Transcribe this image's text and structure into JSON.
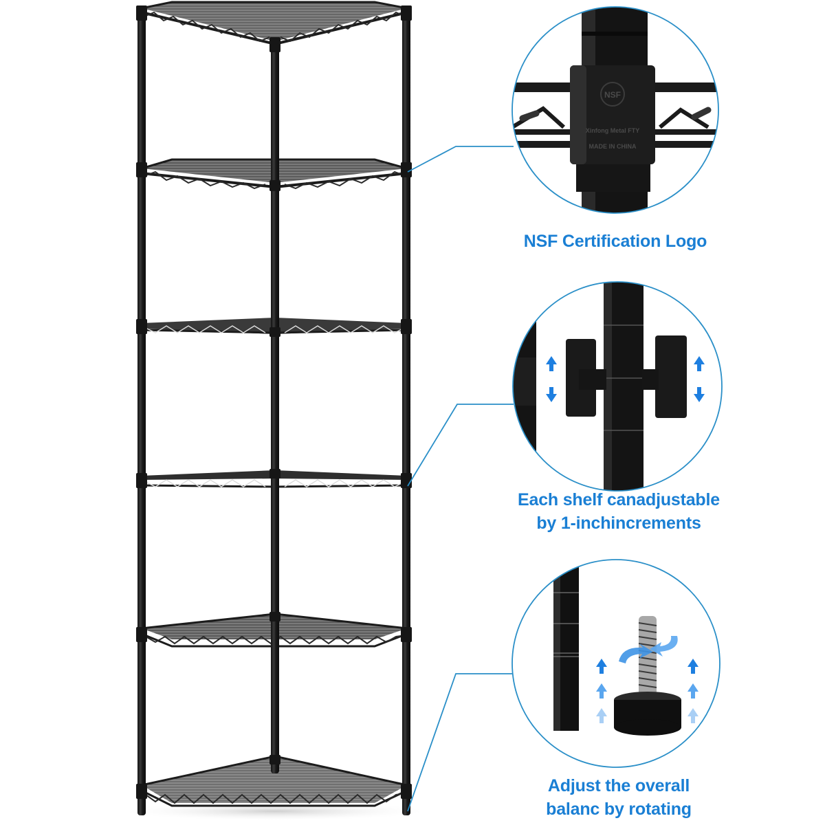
{
  "product": {
    "type": "6-tier corner wire shelving unit",
    "color": "#1c1c1c",
    "tiers": 6
  },
  "theme": {
    "accent": "#1a7fd4",
    "callout_line": "#2a8fc8",
    "arrow_dark": "#1e7fe0",
    "arrow_mid": "#5aa6ef",
    "arrow_light": "#a9cff5"
  },
  "callouts": [
    {
      "id": "nsf",
      "lines": [
        "NSF Certification Logo"
      ],
      "detail_text": {
        "logo": "NSF",
        "line1": "Xinfong Metal FTY",
        "line2": "MADE IN CHINA"
      }
    },
    {
      "id": "adjustable",
      "lines": [
        "Each shelf canadjustable",
        "by 1-inchincrements"
      ]
    },
    {
      "id": "leveling",
      "lines": [
        "Adjust the overall",
        "balanc by rotating"
      ]
    }
  ]
}
